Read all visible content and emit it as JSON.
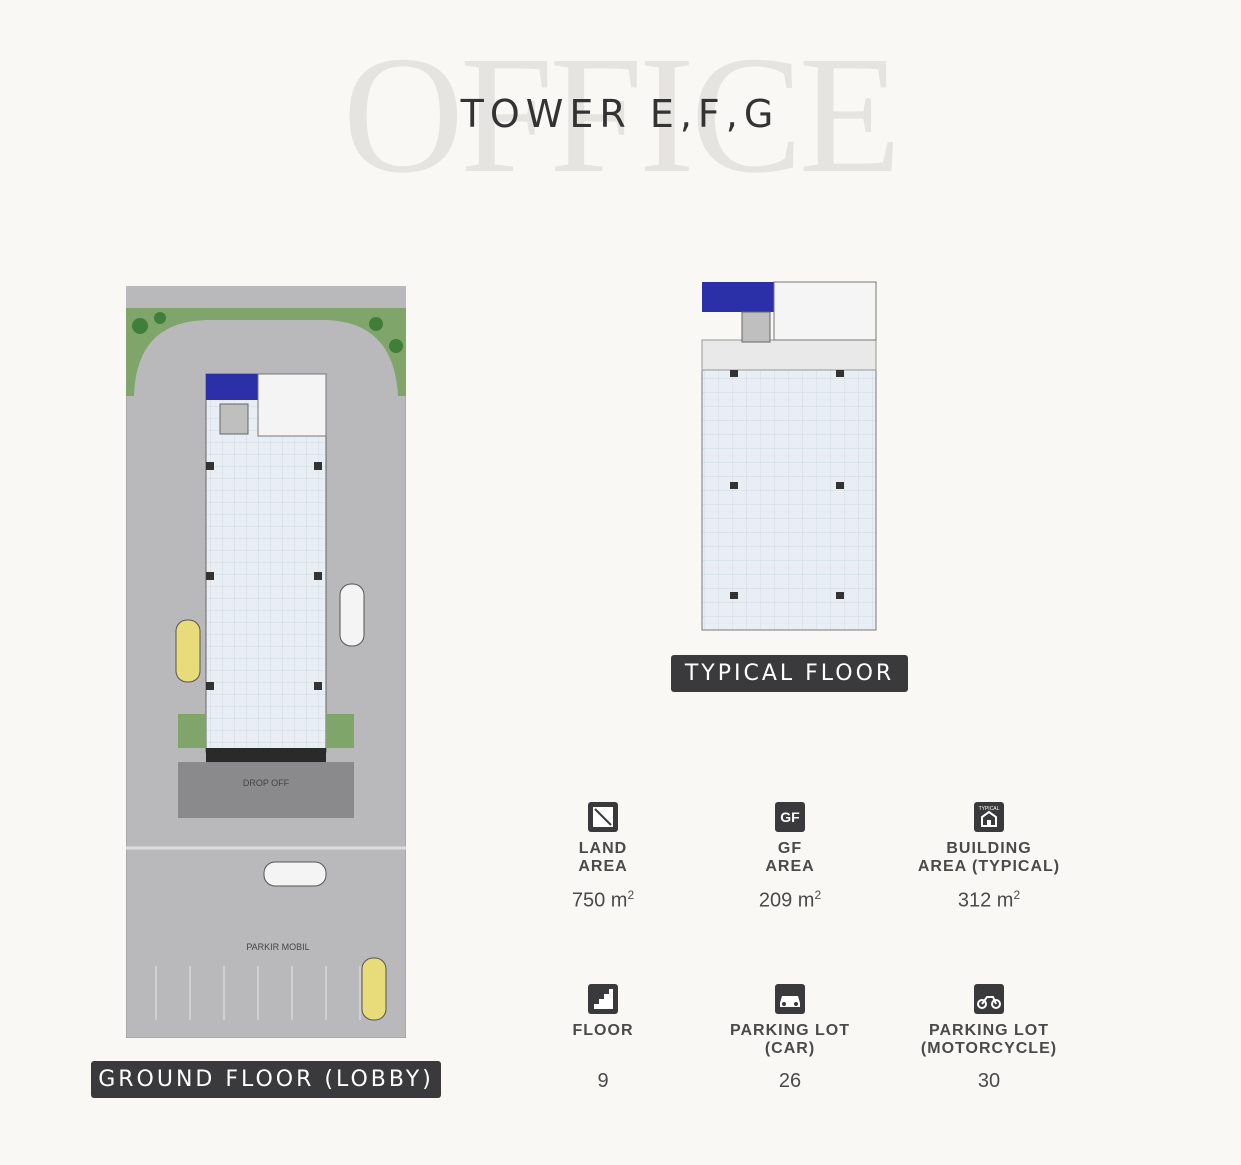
{
  "watermark": "OFFICE",
  "title": "TOWER E,F,G",
  "ground_floor": {
    "label": "GROUND FLOOR (LOBBY)",
    "drop_off": "DROP OFF",
    "parking": "PARKIR MOBIL"
  },
  "typical_floor": {
    "label": "TYPICAL FLOOR"
  },
  "stats": [
    {
      "icon": "land-area-icon",
      "name_line1": "LAND",
      "name_line2": "AREA",
      "value": "750 m",
      "unit_sup": "2"
    },
    {
      "icon": "gf-area-icon",
      "icon_text": "GF",
      "name_line1": "GF",
      "name_line2": "AREA",
      "value": "209 m",
      "unit_sup": "2"
    },
    {
      "icon": "building-typical-icon",
      "icon_text": "TYPICAL",
      "name_line1": "BUILDING",
      "name_line2": "AREA (TYPICAL)",
      "value": "312 m",
      "unit_sup": "2"
    },
    {
      "icon": "floor-stairs-icon",
      "name_line1": "FLOOR",
      "name_line2": "",
      "value": "9",
      "unit_sup": ""
    },
    {
      "icon": "car-icon",
      "name_line1": "PARKING LOT",
      "name_line2": "(CAR)",
      "value": "26",
      "unit_sup": ""
    },
    {
      "icon": "motorcycle-icon",
      "name_line1": "PARKING LOT",
      "name_line2": "(MOTORCYCLE)",
      "value": "30",
      "unit_sup": ""
    }
  ],
  "colors": {
    "pill": "#3a3a3c",
    "road": "#b9b9bb",
    "floor": "#e8eef4",
    "toilet": "#2b2fa8",
    "plant": "#3f7f3a",
    "car_yellow": "#e8dc7a"
  }
}
